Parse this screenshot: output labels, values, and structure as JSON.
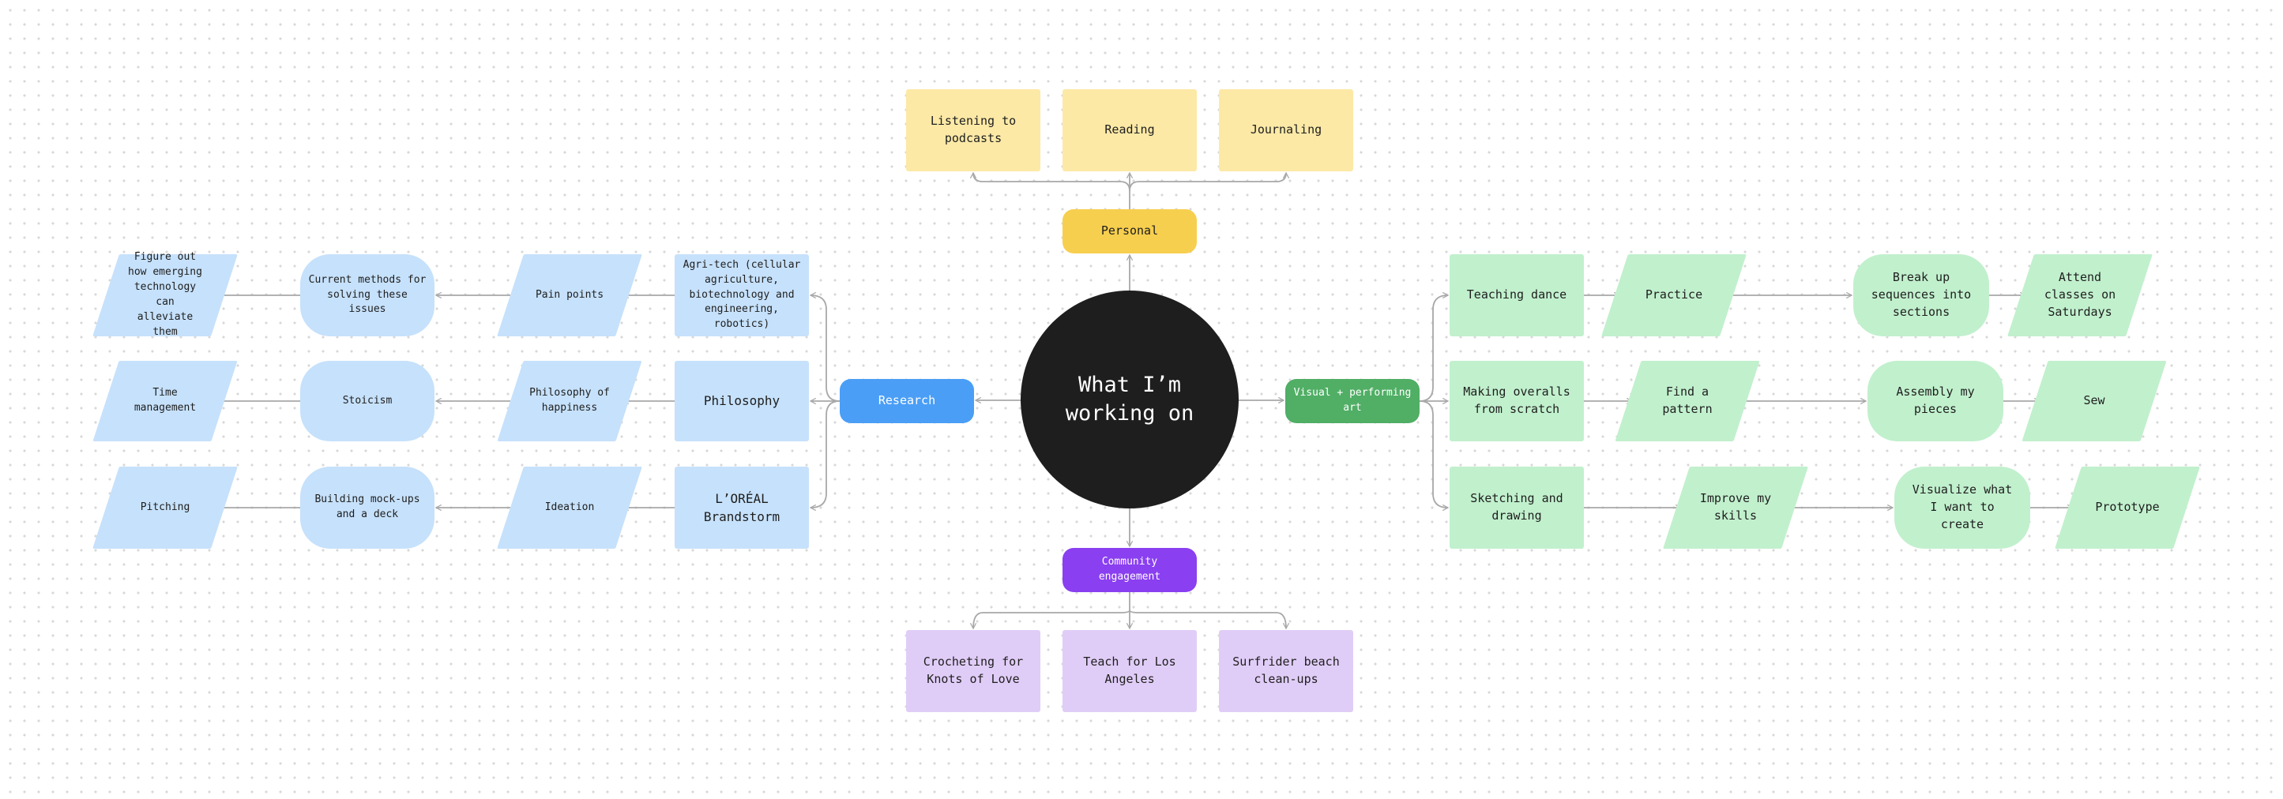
{
  "palette": {
    "yellow_light": "#fce9a6",
    "yellow": "#f7cf4e",
    "blue_light": "#c6e1fb",
    "blue": "#4a9ef6",
    "green_light": "#c1f0cd",
    "green": "#50ae65",
    "purple_light": "#e0cdf7",
    "purple": "#8a3ff0",
    "center": "#1e1e1e",
    "line": "#a8a8a8"
  },
  "center": {
    "label": "What I’m working on"
  },
  "personal": {
    "label": "Personal",
    "items": [
      "Listening to podcasts",
      "Reading",
      "Journaling"
    ]
  },
  "community": {
    "label": "Community engagement",
    "items": [
      "Crocheting for Knots of Love",
      "Teach for Los Angeles",
      "Surfrider beach clean-ups"
    ]
  },
  "research": {
    "label": "Research",
    "rows": [
      {
        "topic": "Agri-tech (cellular agriculture, biotechnology and engineering, robotics)",
        "step1": "Pain points",
        "step2": "Current methods for solving these issues",
        "step3": "Figure out how emerging technology can alleviate them"
      },
      {
        "topic": "Philosophy",
        "step1": "Philosophy of happiness",
        "step2": "Stoicism",
        "step3": "Time management"
      },
      {
        "topic": "L’ORÉAL Brandstorm",
        "step1": "Ideation",
        "step2": "Building mock-ups and a deck",
        "step3": "Pitching"
      }
    ]
  },
  "arts": {
    "label": "Visual + performing art",
    "rows": [
      {
        "topic": "Teaching dance",
        "step1": "Practice",
        "step2": "Break up sequences into sections",
        "step3": "Attend classes on Saturdays"
      },
      {
        "topic": "Making overalls from scratch",
        "step1": "Find a pattern",
        "step2": "Assembly my pieces",
        "step3": "Sew"
      },
      {
        "topic": "Sketching and drawing",
        "step1": "Improve my skills",
        "step2": "Visualize what I want to create",
        "step3": "Prototype"
      }
    ]
  }
}
